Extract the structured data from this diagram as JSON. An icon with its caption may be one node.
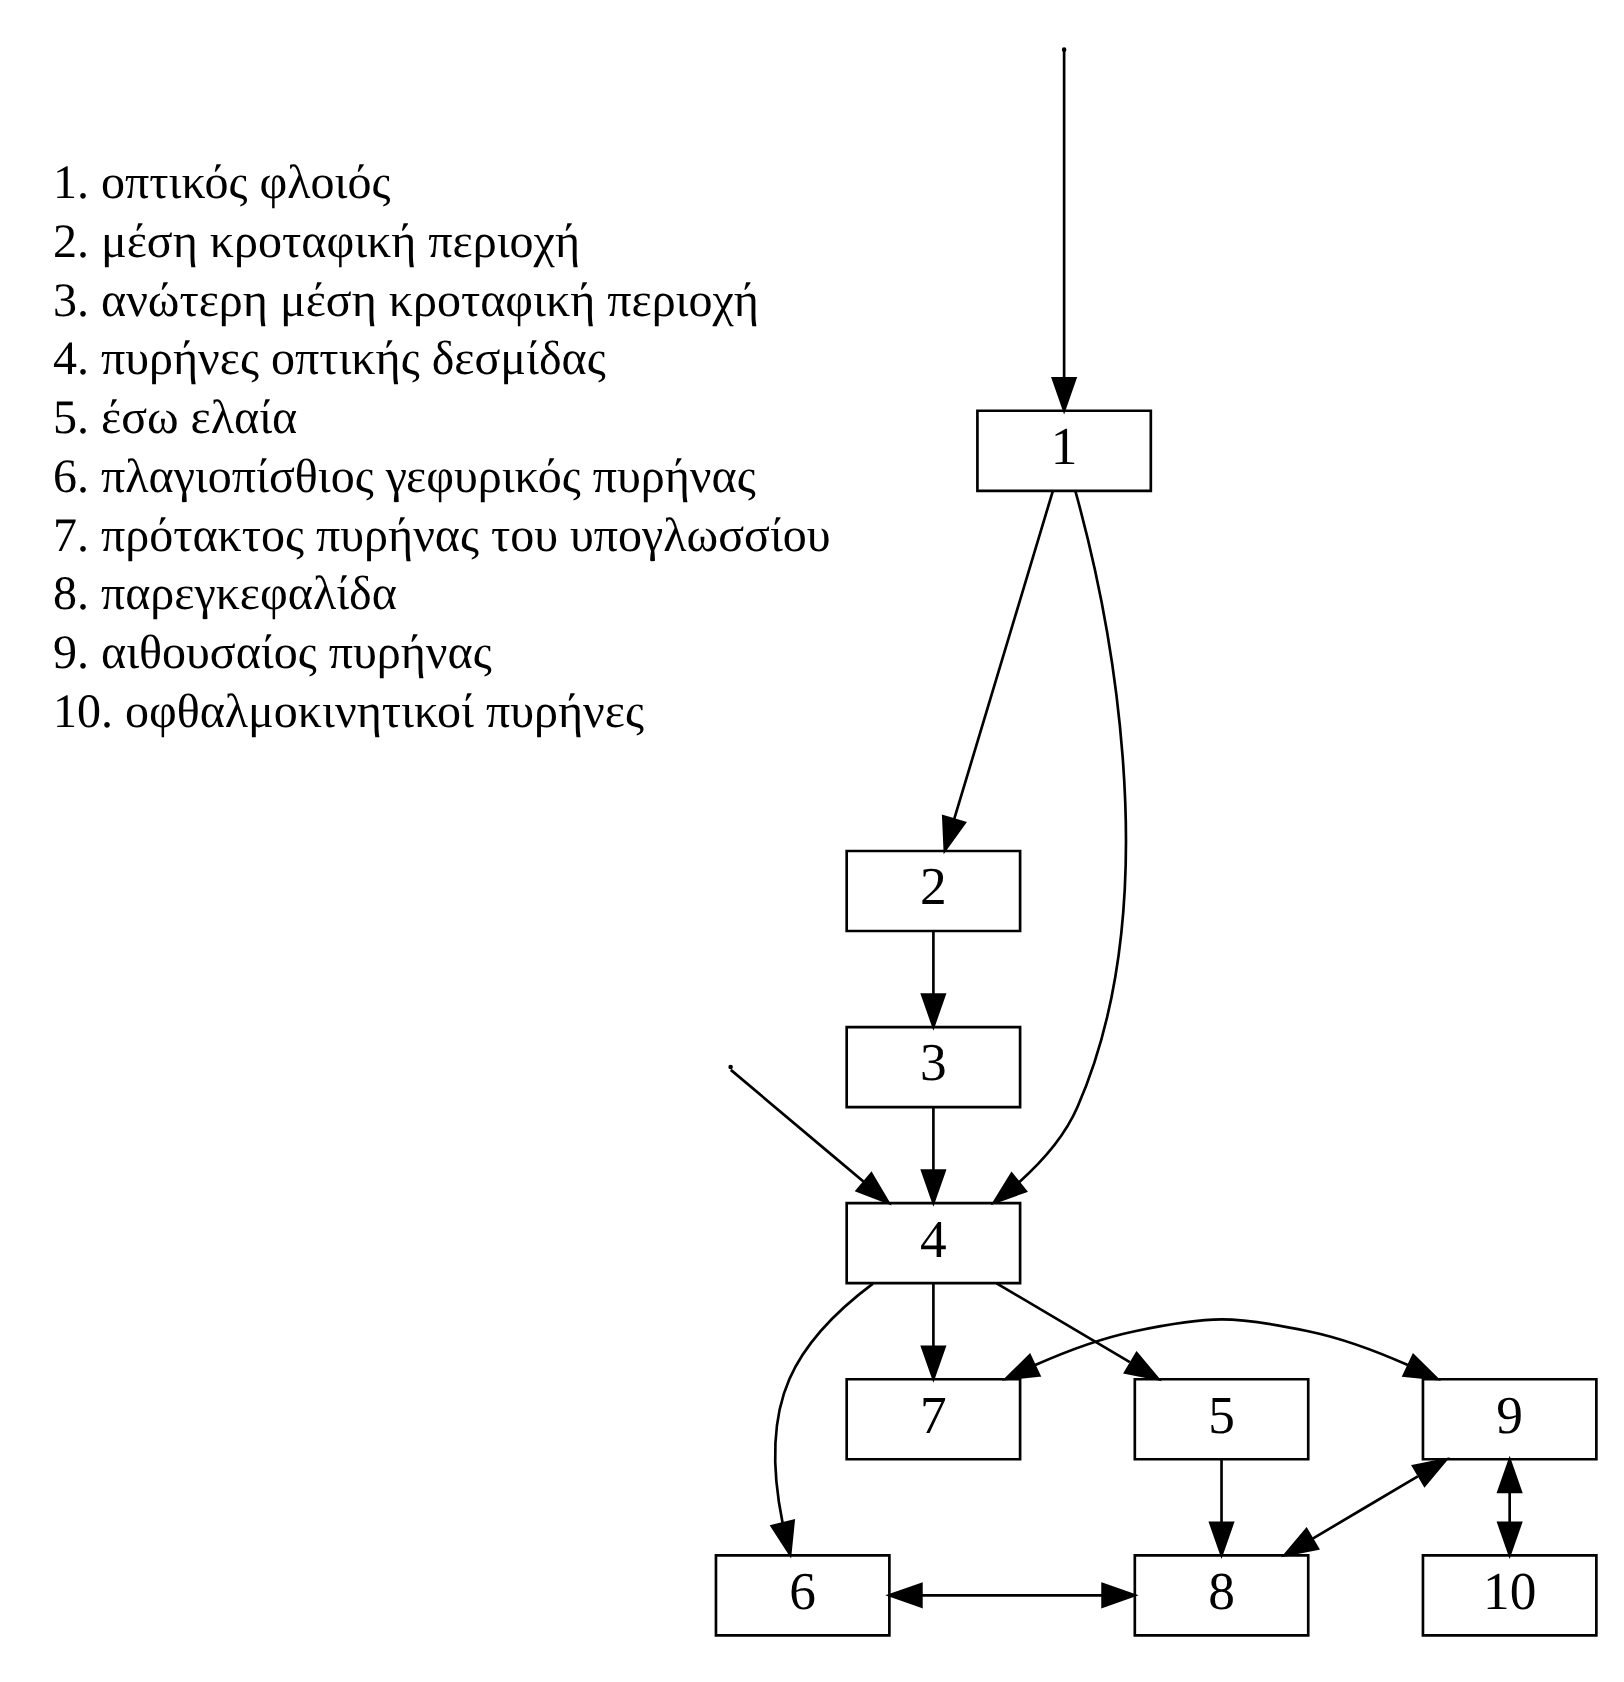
{
  "diagram": {
    "nodes": [
      {
        "text": [
          "1"
        ]
      },
      {
        "text": [
          "2"
        ]
      },
      {
        "text": [
          "3"
        ]
      },
      {
        "text": [
          "4"
        ]
      },
      {
        "text": [
          "5"
        ]
      },
      {
        "text": [
          "6"
        ]
      },
      {
        "text": [
          "7"
        ]
      },
      {
        "text": [
          "8"
        ]
      },
      {
        "text": [
          "9"
        ]
      },
      {
        "text": [
          "10"
        ]
      }
    ],
    "edges": [
      {
        "from": null,
        "to": 0,
        "arrow": "to"
      },
      {
        "from": null,
        "to": 3,
        "arrow": "to"
      },
      {
        "from": 0,
        "to": 3,
        "arrow": "to"
      },
      {
        "from": 0,
        "to": 1,
        "arrow": "to"
      },
      {
        "from": 1,
        "to": 2,
        "arrow": "to"
      },
      {
        "from": 2,
        "to": 3,
        "arrow": "to"
      },
      {
        "from": 3,
        "to": 4,
        "arrow": "to"
      },
      {
        "from": 3,
        "to": 5,
        "arrow": "to"
      },
      {
        "from": 3,
        "to": 6,
        "arrow": "to"
      },
      {
        "from": 4,
        "to": 7,
        "arrow": "to"
      },
      {
        "from": 5,
        "to": 7,
        "arrow": "both"
      },
      {
        "from": 6,
        "to": 8,
        "arrow": "both"
      },
      {
        "from": 8,
        "to": 7,
        "arrow": "both"
      },
      {
        "from": 8,
        "to": 9,
        "arrow": "both"
      }
    ],
    "labels": [
      "1. οπτικός φλοιός",
      "2. μέση κροταφική περιοχή",
      "3. ανώτερη μέση κροταφική περιοχή",
      "4. πυρήνες οπτικής δεσμίδας",
      "5. έσω ελαία",
      "6. πλαγιοπίσθιος γεφυρικός πυρήνας",
      "7. πρότακτος πυρήνας του υπογλωσσίου",
      "8. παρεγκεφαλίδα",
      "9. αιθουσαίος πυρήνας",
      "10. οφθαλμοκινητικοί πυρήνες"
    ]
  }
}
